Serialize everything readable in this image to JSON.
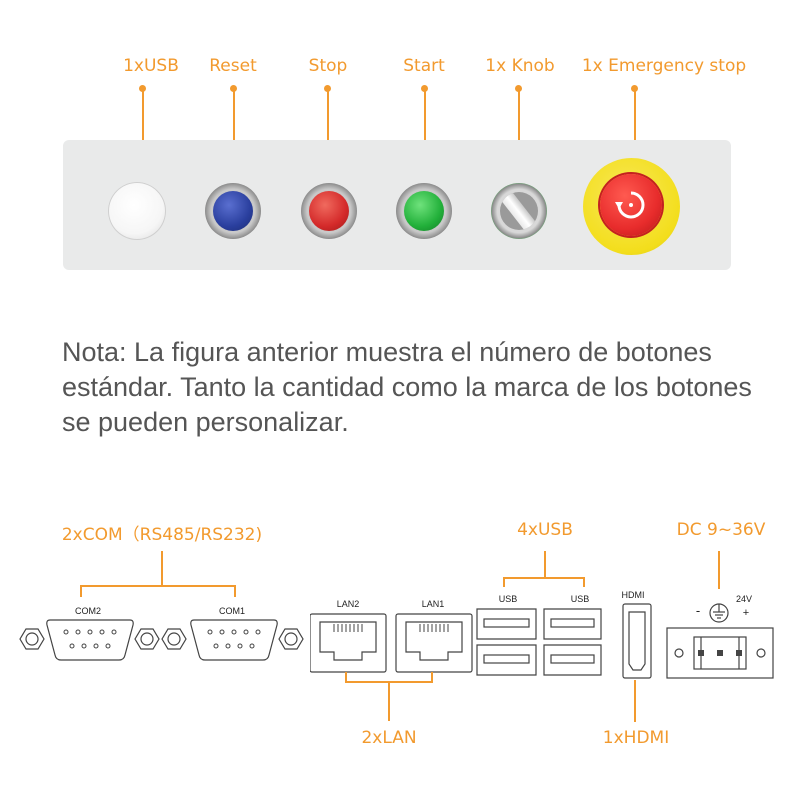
{
  "top_labels": [
    "1xUSB",
    "Reset",
    "Stop",
    "Start",
    "1x Knob",
    "1x Emergency stop"
  ],
  "note": "Nota: La figura anterior muestra el número de botones estándar. Tanto la cantidad como la marca de los botones se pueden personalizar.",
  "bottom": {
    "com_label": "2xCOM（RS485/RS232)",
    "com2": "COM2",
    "com1": "COM1",
    "lan2": "LAN2",
    "lan1": "LAN1",
    "lan_label": "2xLAN",
    "usb_label": "4xUSB",
    "usb_a": "USB",
    "usb_b": "USB",
    "hdmi_small": "HDMI",
    "hdmi_label": "1xHDMI",
    "dc_label": "DC 9~36V",
    "dc_minus": "-",
    "dc_plus": "+",
    "dc_voltage": "24V"
  },
  "colors": {
    "accent": "#f29a2e",
    "panel": "#e9eaea",
    "reset": "#2a3f9e",
    "stop": "#d42a2a",
    "start": "#22b03a",
    "estop_base": "#f3de1c",
    "estop_cap": "#e82c2c"
  },
  "icons": [
    "usb-port-icon",
    "reset-button-icon",
    "stop-button-icon",
    "start-button-icon",
    "knob-icon",
    "emergency-stop-icon",
    "ground-symbol-icon"
  ]
}
